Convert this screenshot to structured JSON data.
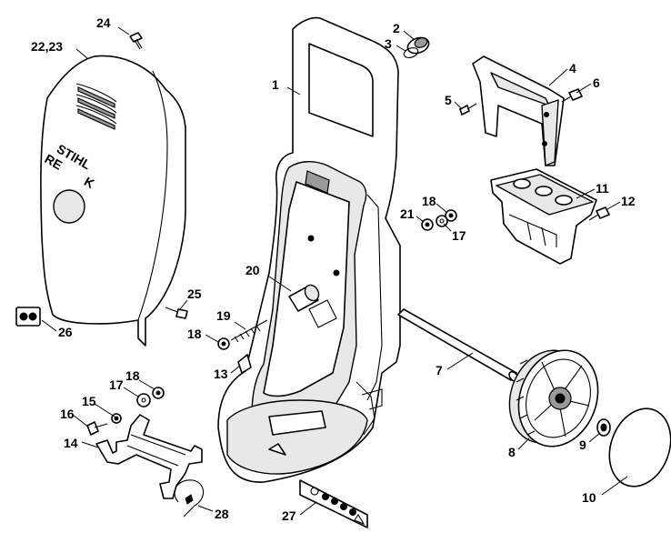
{
  "diagram": {
    "brand": {
      "line1": "STIHL",
      "line2": "RE",
      "line3": "K"
    },
    "callouts": [
      {
        "id": "c1",
        "label": "1"
      },
      {
        "id": "c2",
        "label": "2"
      },
      {
        "id": "c3",
        "label": "3"
      },
      {
        "id": "c4",
        "label": "4"
      },
      {
        "id": "c5",
        "label": "5"
      },
      {
        "id": "c6",
        "label": "6"
      },
      {
        "id": "c7",
        "label": "7"
      },
      {
        "id": "c8",
        "label": "8"
      },
      {
        "id": "c9",
        "label": "9"
      },
      {
        "id": "c10",
        "label": "10"
      },
      {
        "id": "c11",
        "label": "11"
      },
      {
        "id": "c12",
        "label": "12"
      },
      {
        "id": "c13",
        "label": "13"
      },
      {
        "id": "c14",
        "label": "14"
      },
      {
        "id": "c15",
        "label": "15"
      },
      {
        "id": "c16",
        "label": "16"
      },
      {
        "id": "c17a",
        "label": "17"
      },
      {
        "id": "c17b",
        "label": "17"
      },
      {
        "id": "c18a",
        "label": "18"
      },
      {
        "id": "c18b",
        "label": "18"
      },
      {
        "id": "c18c",
        "label": "18"
      },
      {
        "id": "c19",
        "label": "19"
      },
      {
        "id": "c20",
        "label": "20"
      },
      {
        "id": "c21",
        "label": "21"
      },
      {
        "id": "c2223",
        "label": "22,23"
      },
      {
        "id": "c24",
        "label": "24"
      },
      {
        "id": "c25",
        "label": "25"
      },
      {
        "id": "c26",
        "label": "26"
      },
      {
        "id": "c27",
        "label": "27"
      },
      {
        "id": "c28",
        "label": "28"
      }
    ]
  }
}
